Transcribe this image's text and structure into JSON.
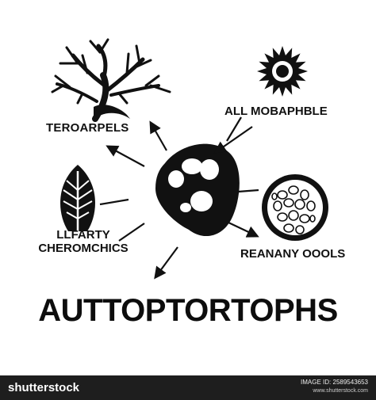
{
  "labels": {
    "top_left": "TEROARPELS",
    "top_right": "ALL MOBAPHBLE",
    "left_line1": "LLFARTY",
    "left_line2": "CHEROMCHICS",
    "right": "REANANY OOOLS"
  },
  "title": "AUTTOPTORTOPHS",
  "footer": {
    "brand": "shutterstock",
    "image_id": "IMAGE ID: 2589543653",
    "site": "www.shutterstock.com"
  },
  "icons": {
    "tree": "bare-tree-icon",
    "flower": "flower-icon",
    "leaf": "leaf-icon",
    "cell": "cell-blob-icon",
    "granule": "granule-circle-icon"
  },
  "colors": {
    "ink": "#111111",
    "footer_bg": "#1e1e1e",
    "background": "#ffffff"
  }
}
